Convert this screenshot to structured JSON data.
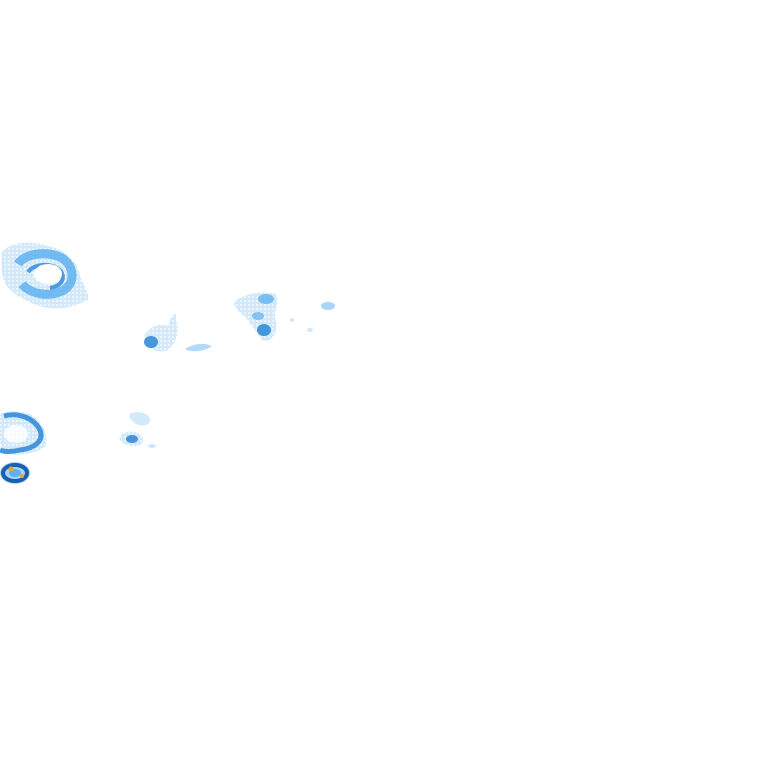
{
  "overlay": {
    "kind": "precipitation-radar",
    "background": "#ffffff",
    "intensity_colors": {
      "very_light": "#cfe8fb",
      "light": "#9fd2f7",
      "moderate": "#5fb1ee",
      "heavy": "#2b86d6",
      "very_heavy": "#1a5fb0",
      "extreme": "#f0a030"
    }
  },
  "echoes": [
    {
      "name": "ring-cell-west",
      "shape": "ring",
      "intensity": "moderate"
    },
    {
      "name": "small-cell-center-left",
      "shape": "blob",
      "intensity": "light"
    },
    {
      "name": "cluster-center",
      "shape": "blob",
      "intensity": "moderate"
    },
    {
      "name": "speck-east",
      "shape": "blob",
      "intensity": "light"
    },
    {
      "name": "ring-cell-southwest",
      "shape": "ring",
      "intensity": "heavy"
    },
    {
      "name": "core-cell-southwest",
      "shape": "core",
      "intensity": "extreme"
    },
    {
      "name": "small-cell-south",
      "shape": "blob",
      "intensity": "moderate"
    }
  ]
}
